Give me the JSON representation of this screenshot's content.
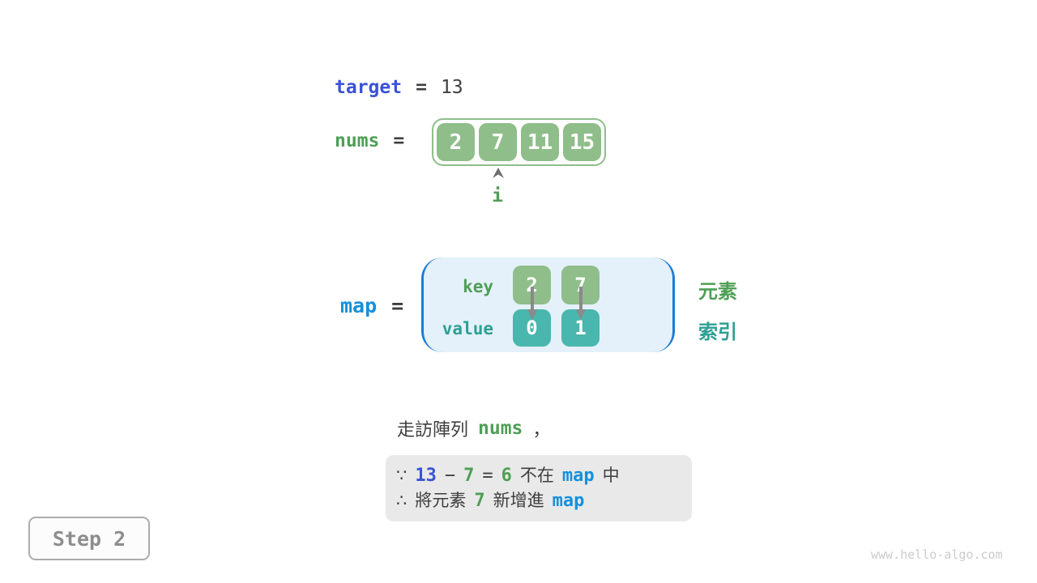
{
  "page": {
    "watermark": "www.hello-algo.com"
  },
  "colors": {
    "royal_blue": "#3B53D4",
    "bright_blue": "#1590DC",
    "green_text": "#4E9F55",
    "teal_text": "#2E9F94",
    "green_fill": "#8FBE8A",
    "teal_fill": "#49B7AD",
    "map_background": "#E4F1FA",
    "map_border_blue": "#1C7CD5",
    "conclusion_background": "#E9E9E9"
  },
  "target_line": {
    "label": "target",
    "equals": "=",
    "value": "13"
  },
  "nums_line": {
    "label": "nums",
    "equals": "=",
    "values": [
      "2",
      "7",
      "11",
      "15"
    ],
    "pointer_label": "i"
  },
  "map_section": {
    "label": "map",
    "equals": "=",
    "key_label": "key",
    "value_label": "value",
    "entries": [
      {
        "key": "2",
        "value": "0"
      },
      {
        "key": "7",
        "value": "1"
      }
    ],
    "element_label": "元素",
    "index_label": "索引"
  },
  "caption": {
    "prefix": "走訪陣列",
    "code": "nums",
    "comma": "，"
  },
  "conclusion_box": {
    "line1": {
      "because": "∵",
      "target": "13",
      "minus": "−",
      "element": "7",
      "equals": "=",
      "difference": "6",
      "not_in": "不在",
      "map": "map",
      "suffix": "中"
    },
    "line2": {
      "therefore": "∴",
      "prefix": "將元素",
      "element": "7",
      "action": "新增進",
      "map": "map"
    }
  },
  "step_badge": {
    "label": "Step 2"
  }
}
